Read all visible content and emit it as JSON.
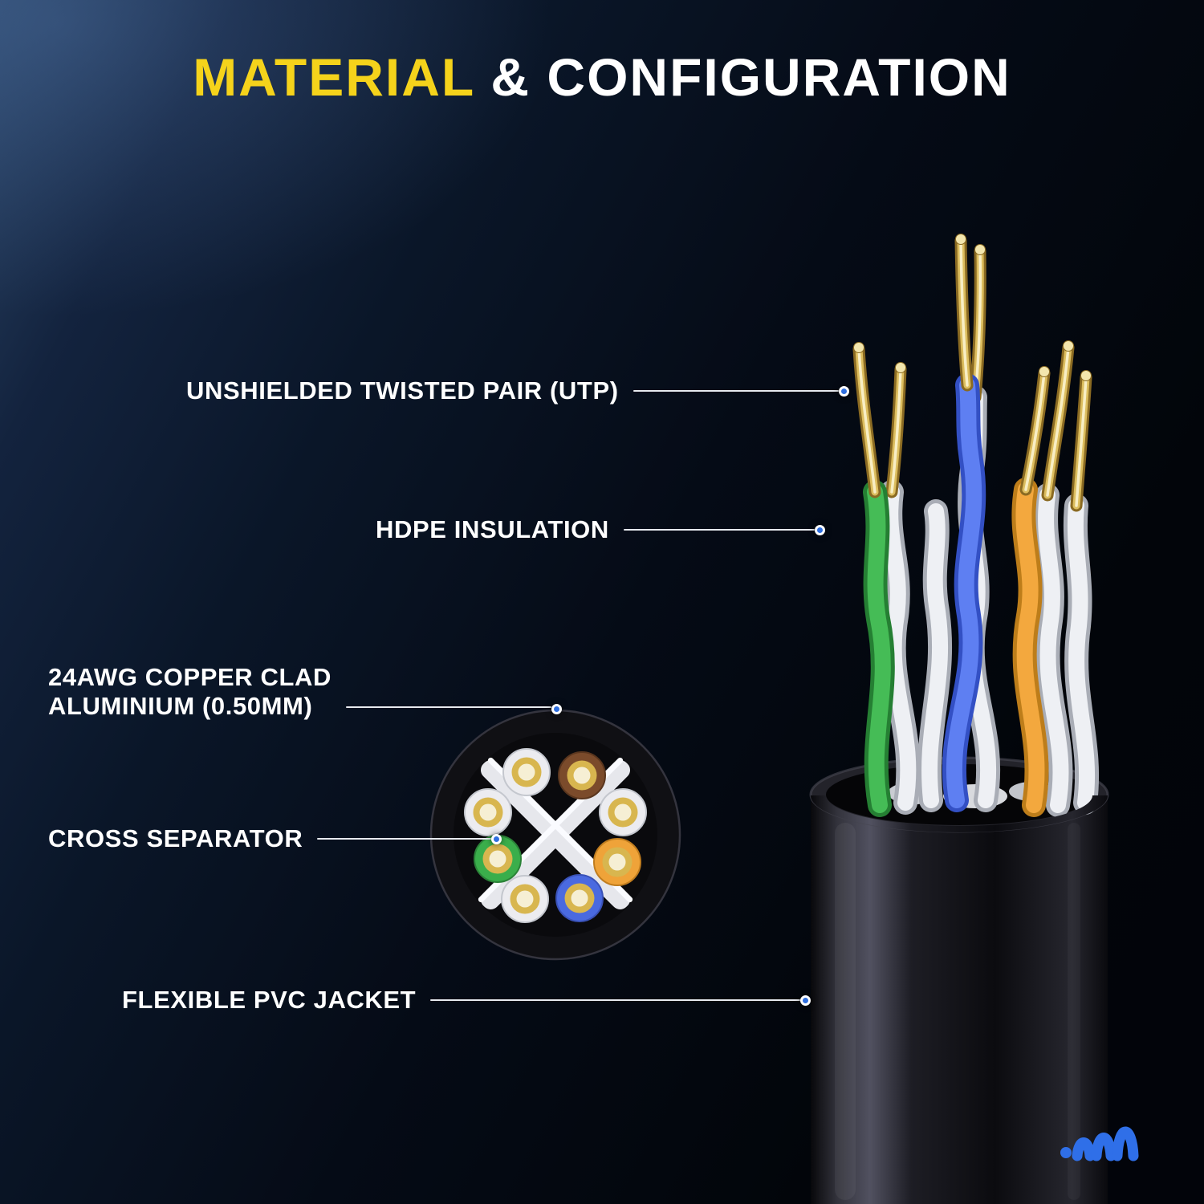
{
  "title": {
    "highlight": "MATERIAL",
    "rest": " & CONFIGURATION"
  },
  "callouts": {
    "utp": {
      "text": "UNSHIELDED TWISTED PAIR (UTP)"
    },
    "hdpe": {
      "text": "HDPE INSULATION"
    },
    "copper": {
      "line1": "24AWG COPPER CLAD",
      "line2": "ALUMINIUM (0.50MM)"
    },
    "cross": {
      "text": "CROSS SEPARATOR"
    },
    "jacket": {
      "text": "FLEXIBLE PVC JACKET"
    }
  },
  "icons": {
    "callout_dot": "blue-dot-marker",
    "logo": "wave-m-logo"
  },
  "colors": {
    "accent_yellow": "#F5D31B",
    "text_white": "#FFFFFF",
    "callout_dot_blue": "#2F6FE0",
    "logo_blue": "#2F6FE8",
    "wire_green": "#45BC56",
    "wire_blue": "#5E7FF2",
    "wire_orange": "#F3A83E",
    "wire_brown": "#7B4B2B",
    "wire_white": "#EEF0F4",
    "conductor_gold": "#DCBD5E",
    "jacket_black": "#0B0B0E",
    "separator_white": "#E6E7EC"
  }
}
